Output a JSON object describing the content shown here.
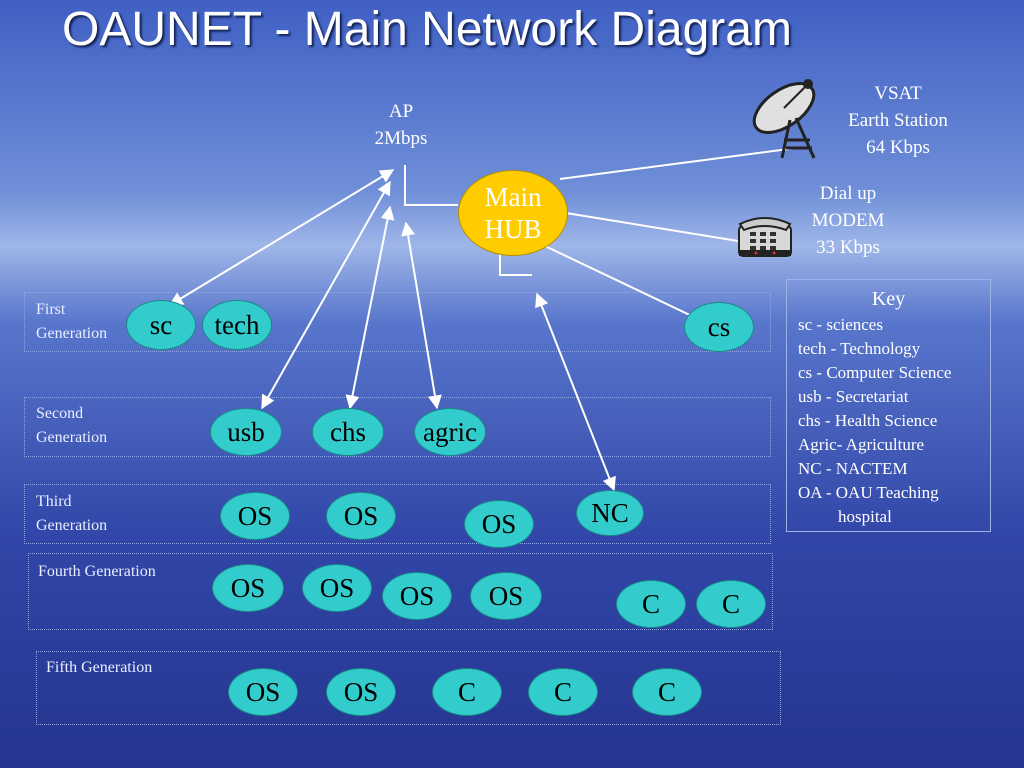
{
  "title": "OAUNET - Main Network Diagram",
  "ap": {
    "line1": "AP",
    "line2": "2Mbps"
  },
  "vsat": {
    "line1": "VSAT",
    "line2": "Earth Station",
    "line3": "64 Kbps"
  },
  "modem": {
    "line1": "Dial up",
    "line2": "MODEM",
    "line3": "33 Kbps"
  },
  "hub": {
    "line1": "Main",
    "line2": "HUB"
  },
  "generations": {
    "first": {
      "line1": "First",
      "line2": "Generation",
      "nodes": [
        "sc",
        "tech",
        "cs"
      ]
    },
    "second": {
      "line1": "Second",
      "line2": "Generation",
      "nodes": [
        "usb",
        "chs",
        "agric"
      ]
    },
    "third": {
      "line1": "Third",
      "line2": "Generation",
      "nodes": [
        "OS",
        "OS",
        "OS",
        "NC"
      ]
    },
    "fourth": {
      "label": "Fourth Generation",
      "nodes": [
        "OS",
        "OS",
        "OS",
        "OS",
        "C",
        "C"
      ]
    },
    "fifth": {
      "label": "Fifth Generation",
      "nodes": [
        "OS",
        "OS",
        "C",
        "C",
        "C"
      ]
    }
  },
  "key": {
    "title": "Key",
    "items": [
      "sc - sciences",
      "tech - Technology",
      "cs - Computer Science",
      "usb - Secretariat",
      "chs - Health Science",
      "Agric- Agriculture",
      "NC - NACTEM",
      "OA - OAU Teaching",
      "hospital"
    ]
  },
  "colors": {
    "node": "#33cccc",
    "hub": "#ffcc00",
    "background": "#3a4fb0"
  },
  "icons": [
    "satellite-dish-icon",
    "telephone-icon"
  ]
}
